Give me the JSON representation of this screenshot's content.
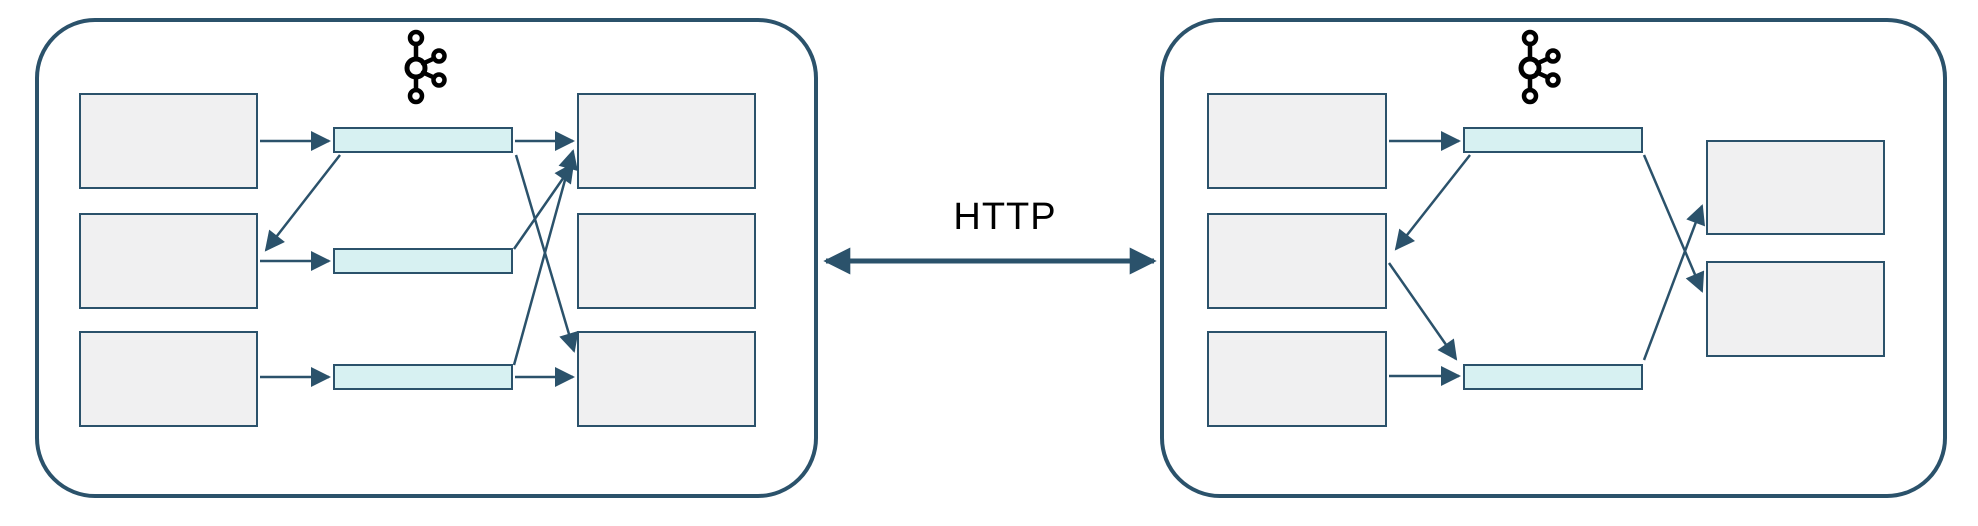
{
  "diagram": {
    "connection": {
      "type": "bidirectional-arrow",
      "label": "HTTP"
    },
    "colors": {
      "stroke": "#2b526b",
      "node_fill": "#f0f0f1",
      "node_border": "#2b526b",
      "topic_fill": "#d7f1f2",
      "background": "#ffffff",
      "kafka_logo": "#000000"
    },
    "clusters": [
      {
        "id": "left-kafka-cluster",
        "icon": "kafka-logo-icon",
        "producers": [
          "producer-1",
          "producer-2",
          "producer-3"
        ],
        "topics": [
          "topic-1",
          "topic-2",
          "topic-3"
        ],
        "consumers": [
          "consumer-1",
          "consumer-2",
          "consumer-3"
        ],
        "edges": [
          "producer-1 -> topic-1",
          "topic-1 -> producer-2",
          "producer-2 -> topic-2",
          "producer-3 -> topic-3",
          "topic-1 -> consumer-1",
          "topic-1 -> consumer-3",
          "topic-2 -> consumer-1",
          "topic-3 -> consumer-1",
          "topic-3 -> consumer-3"
        ]
      },
      {
        "id": "right-kafka-cluster",
        "icon": "kafka-logo-icon",
        "producers": [
          "producer-1",
          "producer-2",
          "producer-3"
        ],
        "topics": [
          "topic-1",
          "topic-2"
        ],
        "consumers": [
          "consumer-1",
          "consumer-2"
        ],
        "edges": [
          "producer-1 -> topic-1",
          "topic-1 -> producer-2",
          "producer-2 -> topic-2",
          "producer-3 -> topic-2",
          "topic-1 -> consumer-2",
          "topic-2 -> consumer-1"
        ]
      }
    ]
  }
}
